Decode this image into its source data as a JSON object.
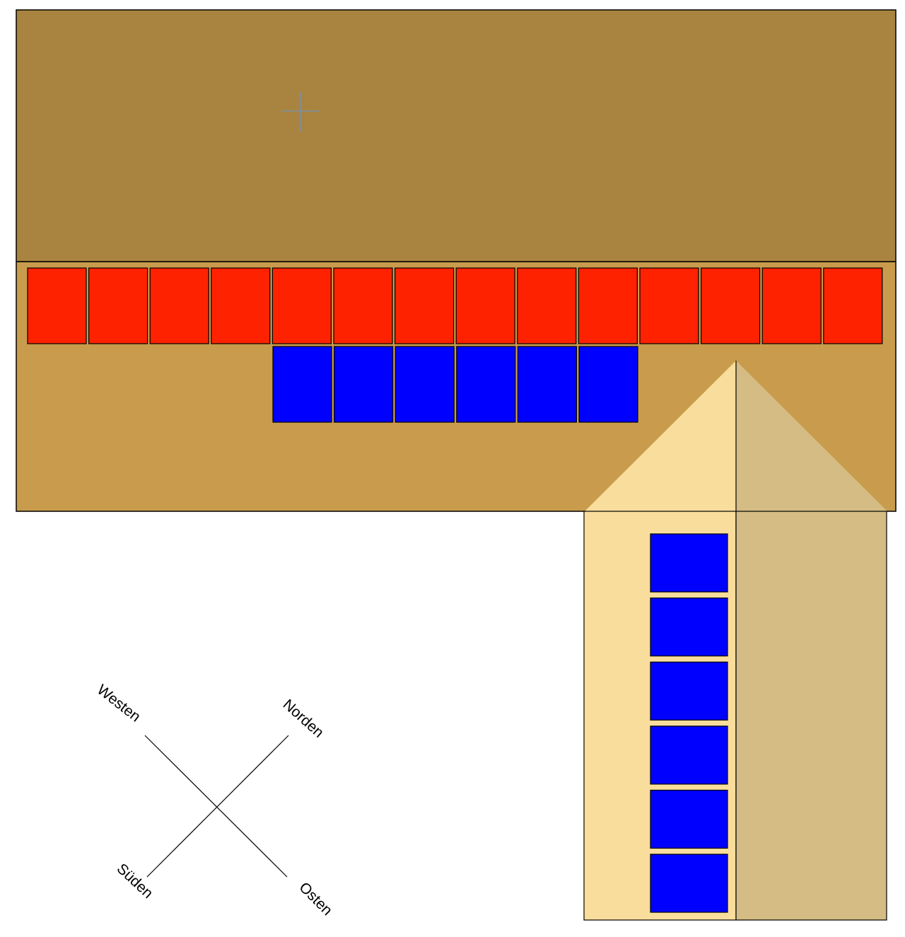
{
  "compass": {
    "north": "Norden",
    "east": "Osten",
    "south": "Süden",
    "west": "Westen"
  },
  "colors": {
    "roof_north": "#a88440",
    "roof_south": "#c89c4c",
    "dormer_front_light": "#f9dd9c",
    "dormer_front_shade": "#d4bc84",
    "panel_red": "#ff2200",
    "panel_blue": "#0000ff",
    "outline": "#000000"
  },
  "panels": {
    "roof_red_count": 14,
    "roof_blue_count": 6,
    "dormer_blue_count": 6
  }
}
